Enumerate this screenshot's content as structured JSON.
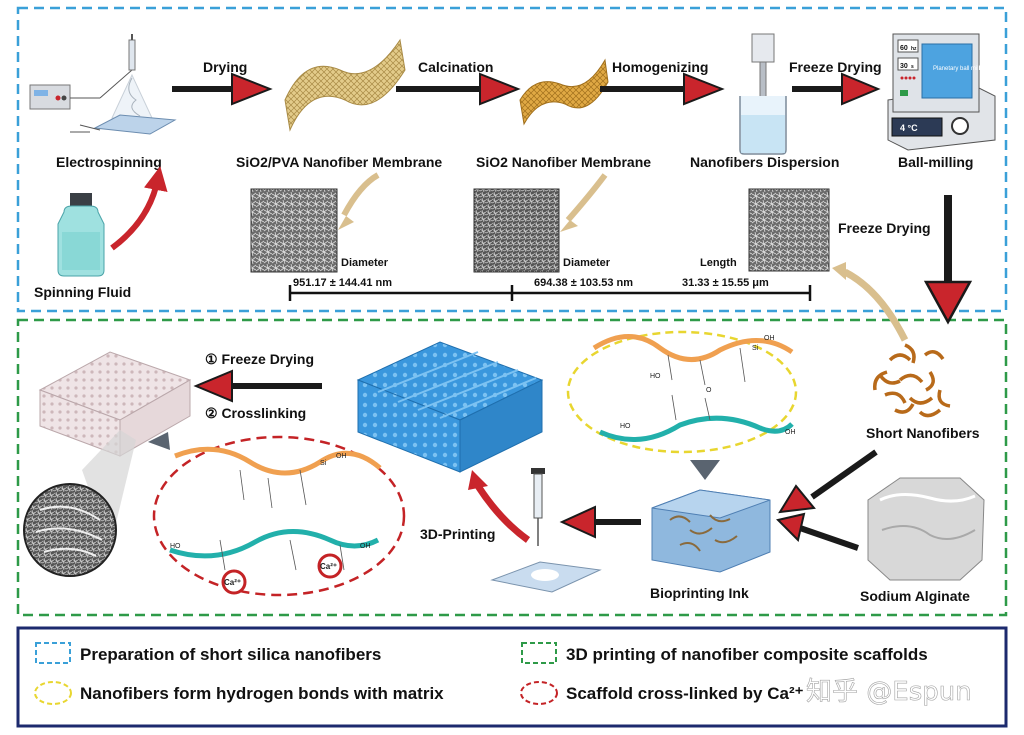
{
  "top_section": {
    "steps": [
      {
        "label": "Electrospinning"
      },
      {
        "label": "SiO2/PVA Nanofiber Membrane"
      },
      {
        "label": "SiO2 Nanofiber Membrane"
      },
      {
        "label": "Nanofibers Dispersion"
      },
      {
        "label": "Ball-milling"
      }
    ],
    "arrows": [
      "Drying",
      "Calcination",
      "Homogenizing",
      "Freeze Drying"
    ],
    "spinning_fluid": "Spinning Fluid",
    "down_arrow_label": "Freeze Drying",
    "ball_mill": {
      "hz": "60",
      "hz_unit": "hz",
      "s": "30",
      "s_unit": "s",
      "temp": "4 °C",
      "screen_text": "Planetary ball mill"
    },
    "measurements": [
      {
        "label": "Diameter",
        "value": "951.17 ± 144.41 nm"
      },
      {
        "label": "Diameter",
        "value": "694.38 ± 103.53 nm"
      },
      {
        "label": "Length",
        "value": "31.33 ± 15.55 μm"
      }
    ]
  },
  "bottom_section": {
    "short_nanofibers": "Short Nanofibers",
    "sodium_alginate": "Sodium Alginate",
    "bioprinting_ink": "Bioprinting Ink",
    "printing": "3D-Printing",
    "step1": "① Freeze Drying",
    "step2": "② Crosslinking",
    "chem": {
      "oh": "OH",
      "ho": "HO",
      "o": "O",
      "si": "Si",
      "ca": "Ca²⁺"
    }
  },
  "legend": [
    {
      "text": "Preparation of short silica nanofibers",
      "color": "#3aa0d8",
      "shape": "rect"
    },
    {
      "text": "3D printing of nanofiber composite scaffolds",
      "color": "#2e9a48",
      "shape": "rect"
    },
    {
      "text": "Nanofibers form hydrogen bonds with matrix",
      "color": "#e8d630",
      "shape": "ellipse"
    },
    {
      "text": "Scaffold cross-linked by Ca²⁺",
      "color": "#c42326",
      "shape": "ellipse"
    }
  ],
  "watermark": "知乎 @Espun",
  "colors": {
    "arrow_red": "#c9252c",
    "arrow_gold": "#d9bf8e",
    "gold_fiber": "#c9a65a",
    "blue_scaffold": "#2f8fd6",
    "orange_chain": "#f0a050",
    "teal_chain": "#22b0ab"
  }
}
